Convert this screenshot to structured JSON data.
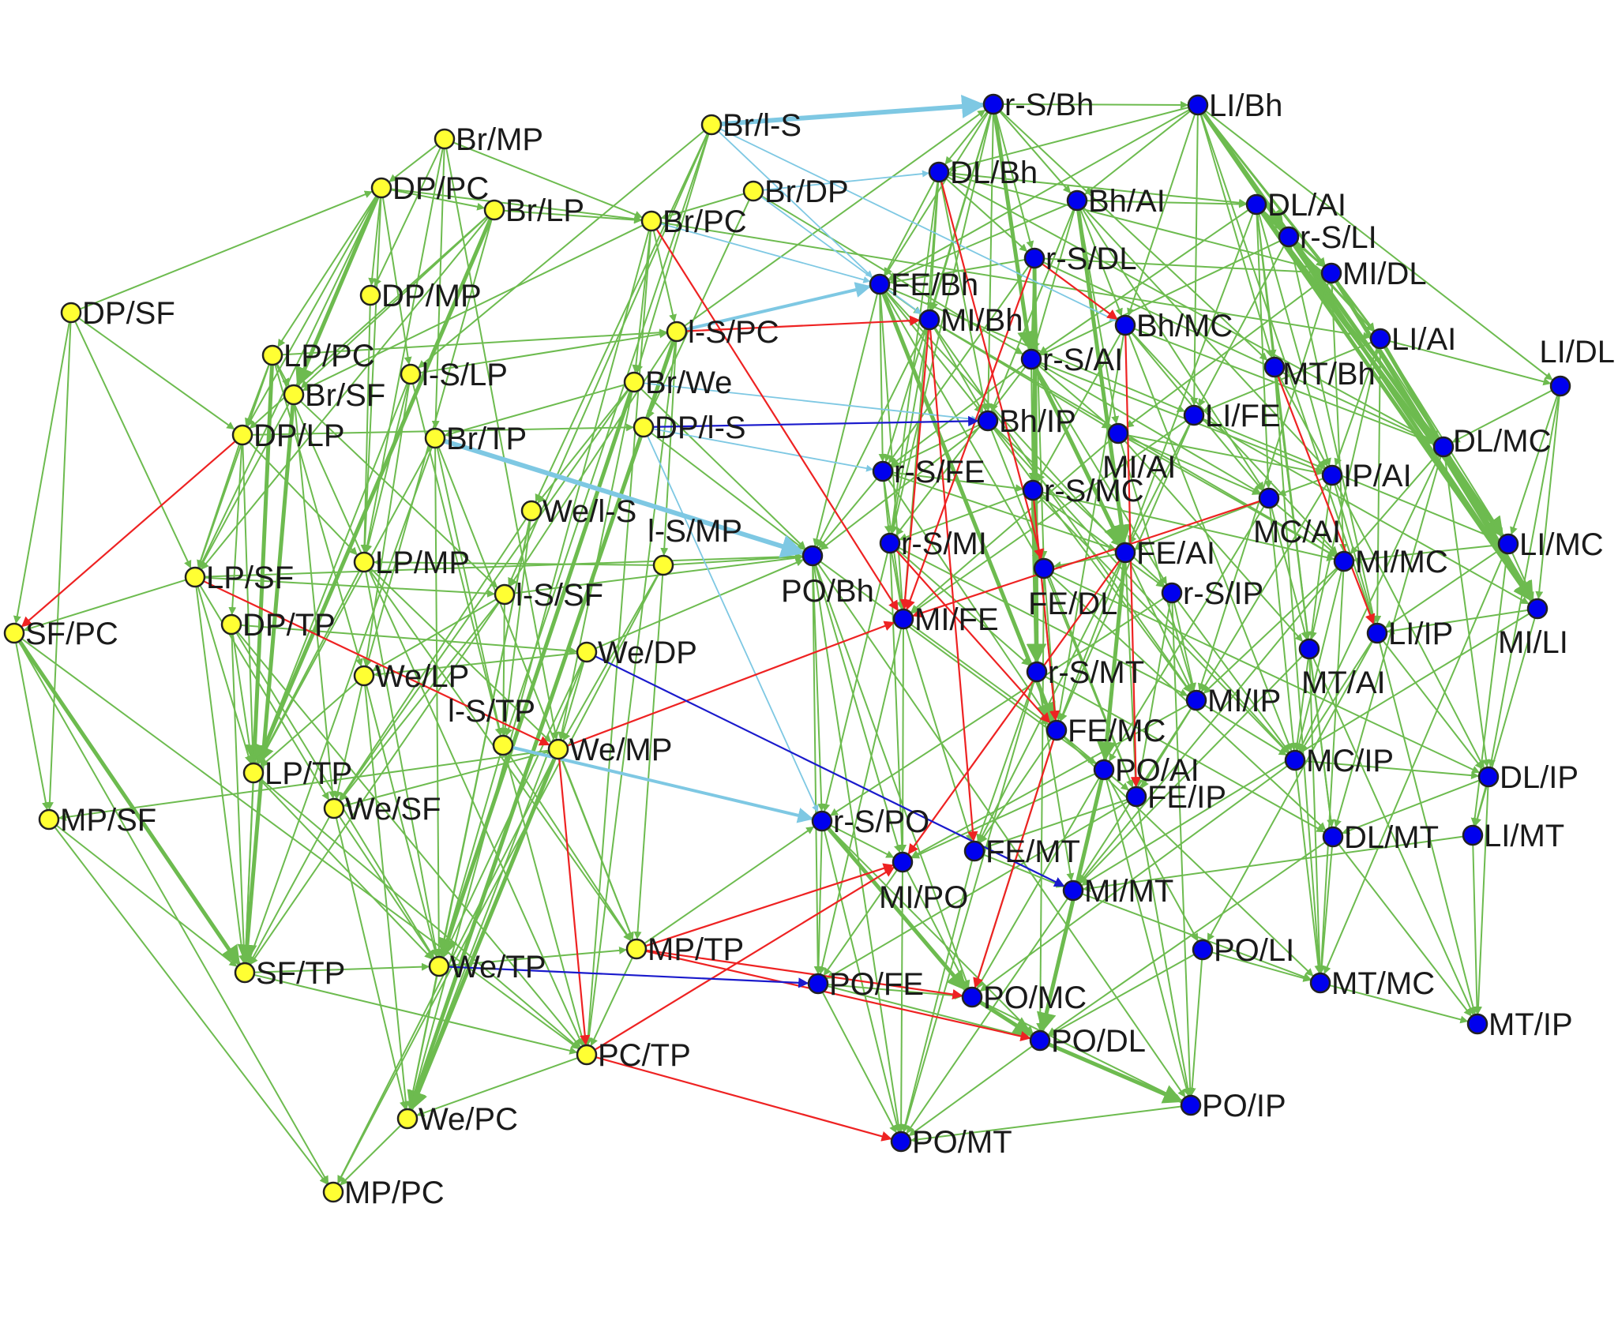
{
  "colors": {
    "yellow_group": "#ffff33",
    "blue_group": "#0000ee",
    "edge_green": "#6dbb4f",
    "edge_red": "#ee2222",
    "edge_blue": "#1a1acc",
    "edge_lightblue": "#7ec8e3"
  },
  "nodes": [
    {
      "id": "Br/MP",
      "group": "yellow"
    },
    {
      "id": "DP/PC",
      "group": "yellow"
    },
    {
      "id": "Br/LP",
      "group": "yellow"
    },
    {
      "id": "Br/l-S",
      "group": "yellow"
    },
    {
      "id": "Br/DP",
      "group": "yellow"
    },
    {
      "id": "Br/PC",
      "group": "yellow"
    },
    {
      "id": "DP/SF",
      "group": "yellow"
    },
    {
      "id": "DP/MP",
      "group": "yellow"
    },
    {
      "id": "LP/PC",
      "group": "yellow"
    },
    {
      "id": "l-S/PC",
      "group": "yellow"
    },
    {
      "id": "Br/SF",
      "group": "yellow"
    },
    {
      "id": "l-S/LP",
      "group": "yellow"
    },
    {
      "id": "Br/We",
      "group": "yellow"
    },
    {
      "id": "DP/LP",
      "group": "yellow"
    },
    {
      "id": "Br/TP",
      "group": "yellow"
    },
    {
      "id": "DP/l-S",
      "group": "yellow"
    },
    {
      "id": "We/l-S",
      "group": "yellow"
    },
    {
      "id": "l-S/MP",
      "group": "yellow"
    },
    {
      "id": "LP/SF",
      "group": "yellow"
    },
    {
      "id": "LP/MP",
      "group": "yellow"
    },
    {
      "id": "l-S/SF",
      "group": "yellow"
    },
    {
      "id": "SF/PC",
      "group": "yellow"
    },
    {
      "id": "DP/TP",
      "group": "yellow"
    },
    {
      "id": "We/DP",
      "group": "yellow"
    },
    {
      "id": "We/LP",
      "group": "yellow"
    },
    {
      "id": "l-S/TP",
      "group": "yellow"
    },
    {
      "id": "We/MP",
      "group": "yellow"
    },
    {
      "id": "LP/TP",
      "group": "yellow"
    },
    {
      "id": "MP/SF",
      "group": "yellow"
    },
    {
      "id": "We/SF",
      "group": "yellow"
    },
    {
      "id": "SF/TP",
      "group": "yellow"
    },
    {
      "id": "We/TP",
      "group": "yellow"
    },
    {
      "id": "MP/TP",
      "group": "yellow"
    },
    {
      "id": "PC/TP",
      "group": "yellow"
    },
    {
      "id": "We/PC",
      "group": "yellow"
    },
    {
      "id": "MP/PC",
      "group": "yellow"
    },
    {
      "id": "r-S/Bh",
      "group": "blue"
    },
    {
      "id": "LI/Bh",
      "group": "blue"
    },
    {
      "id": "DL/Bh",
      "group": "blue"
    },
    {
      "id": "Bh/AI",
      "group": "blue"
    },
    {
      "id": "DL/AI",
      "group": "blue"
    },
    {
      "id": "r-S/LI",
      "group": "blue"
    },
    {
      "id": "r-S/DL",
      "group": "blue"
    },
    {
      "id": "FE/Bh",
      "group": "blue"
    },
    {
      "id": "MI/DL",
      "group": "blue"
    },
    {
      "id": "MI/Bh",
      "group": "blue"
    },
    {
      "id": "Bh/MC",
      "group": "blue"
    },
    {
      "id": "LI/AI",
      "group": "blue"
    },
    {
      "id": "LI/DL",
      "group": "blue"
    },
    {
      "id": "r-S/AI",
      "group": "blue"
    },
    {
      "id": "MT/Bh",
      "group": "blue"
    },
    {
      "id": "Bh/IP",
      "group": "blue"
    },
    {
      "id": "LI/FE",
      "group": "blue"
    },
    {
      "id": "MI/AI",
      "group": "blue"
    },
    {
      "id": "DL/MC",
      "group": "blue"
    },
    {
      "id": "r-S/FE",
      "group": "blue"
    },
    {
      "id": "IP/AI",
      "group": "blue"
    },
    {
      "id": "r-S/MC",
      "group": "blue"
    },
    {
      "id": "MC/AI",
      "group": "blue"
    },
    {
      "id": "LI/MC",
      "group": "blue"
    },
    {
      "id": "PO/Bh",
      "group": "blue"
    },
    {
      "id": "r-S/MI",
      "group": "blue"
    },
    {
      "id": "FE/AI",
      "group": "blue"
    },
    {
      "id": "MI/MC",
      "group": "blue"
    },
    {
      "id": "FE/DL",
      "group": "blue"
    },
    {
      "id": "r-S/IP",
      "group": "blue"
    },
    {
      "id": "MI/FE",
      "group": "blue"
    },
    {
      "id": "MI/LI",
      "group": "blue"
    },
    {
      "id": "LI/IP",
      "group": "blue"
    },
    {
      "id": "MT/AI",
      "group": "blue"
    },
    {
      "id": "r-S/MT",
      "group": "blue"
    },
    {
      "id": "MI/IP",
      "group": "blue"
    },
    {
      "id": "FE/MC",
      "group": "blue"
    },
    {
      "id": "MC/IP",
      "group": "blue"
    },
    {
      "id": "PO/AI",
      "group": "blue"
    },
    {
      "id": "DL/IP",
      "group": "blue"
    },
    {
      "id": "FE/IP",
      "group": "blue"
    },
    {
      "id": "r-S/PO",
      "group": "blue"
    },
    {
      "id": "DL/MT",
      "group": "blue"
    },
    {
      "id": "LI/MT",
      "group": "blue"
    },
    {
      "id": "FE/MT",
      "group": "blue"
    },
    {
      "id": "MI/PO",
      "group": "blue"
    },
    {
      "id": "MI/MT",
      "group": "blue"
    },
    {
      "id": "PO/LI",
      "group": "blue"
    },
    {
      "id": "PO/FE",
      "group": "blue"
    },
    {
      "id": "PO/MC",
      "group": "blue"
    },
    {
      "id": "MT/MC",
      "group": "blue"
    },
    {
      "id": "MT/IP",
      "group": "blue"
    },
    {
      "id": "PO/DL",
      "group": "blue"
    },
    {
      "id": "PO/IP",
      "group": "blue"
    },
    {
      "id": "PO/MT",
      "group": "blue"
    }
  ],
  "edges_special": [
    {
      "from": "Br/l-S",
      "to": "r-S/Bh",
      "type": "lightblue",
      "weight": 3
    },
    {
      "from": "l-S/PC",
      "to": "MI/Bh",
      "type": "red",
      "weight": 1
    },
    {
      "from": "DP/l-S",
      "to": "Bh/IP",
      "type": "blue",
      "weight": 1
    },
    {
      "from": "We/DP",
      "to": "MI/MT",
      "type": "blue",
      "weight": 1
    },
    {
      "from": "We/TP",
      "to": "PO/FE",
      "type": "blue",
      "weight": 1
    },
    {
      "from": "DP/LP",
      "to": "SF/PC",
      "type": "red",
      "weight": 1
    },
    {
      "from": "LP/SF",
      "to": "We/MP",
      "type": "red",
      "weight": 1
    },
    {
      "from": "We/MP",
      "to": "MI/FE",
      "type": "red",
      "weight": 1
    },
    {
      "from": "We/MP",
      "to": "PC/TP",
      "type": "red",
      "weight": 1
    },
    {
      "from": "Br/PC",
      "to": "MI/FE",
      "type": "red",
      "weight": 1
    },
    {
      "from": "MP/TP",
      "to": "MI/PO",
      "type": "red",
      "weight": 1
    },
    {
      "from": "MP/TP",
      "to": "PO/MC",
      "type": "red",
      "weight": 1
    },
    {
      "from": "MP/TP",
      "to": "PO/DL",
      "type": "red",
      "weight": 1
    },
    {
      "from": "PC/TP",
      "to": "MI/PO",
      "type": "red",
      "weight": 1
    },
    {
      "from": "PC/TP",
      "to": "PO/MT",
      "type": "red",
      "weight": 1
    },
    {
      "from": "r-S/DL",
      "to": "Bh/MC",
      "type": "red",
      "weight": 1
    },
    {
      "from": "r-S/DL",
      "to": "MI/FE",
      "type": "red",
      "weight": 1
    },
    {
      "from": "DL/Bh",
      "to": "FE/DL",
      "type": "red",
      "weight": 1
    },
    {
      "from": "MI/Bh",
      "to": "FE/MT",
      "type": "red",
      "weight": 1
    },
    {
      "from": "MI/Bh",
      "to": "MI/FE",
      "type": "red",
      "weight": 1
    },
    {
      "from": "Bh/MC",
      "to": "FE/IP",
      "type": "red",
      "weight": 1
    },
    {
      "from": "MT/Bh",
      "to": "LI/IP",
      "type": "red",
      "weight": 1
    },
    {
      "from": "MC/AI",
      "to": "MI/FE",
      "type": "red",
      "weight": 1
    },
    {
      "from": "FE/AI",
      "to": "MI/PO",
      "type": "red",
      "weight": 1
    },
    {
      "from": "r-S/MC",
      "to": "FE/MC",
      "type": "red",
      "weight": 1
    },
    {
      "from": "FE/MC",
      "to": "PO/MC",
      "type": "red",
      "weight": 1
    },
    {
      "from": "r-S/MI",
      "to": "FE/MC",
      "type": "red",
      "weight": 1
    },
    {
      "from": "Br/l-S",
      "to": "FE/Bh",
      "type": "lightblue",
      "weight": 1
    },
    {
      "from": "Br/l-S",
      "to": "Bh/MC",
      "type": "lightblue",
      "weight": 1
    },
    {
      "from": "Br/DP",
      "to": "DL/Bh",
      "type": "lightblue",
      "weight": 1
    },
    {
      "from": "Br/DP",
      "to": "MI/Bh",
      "type": "lightblue",
      "weight": 1
    },
    {
      "from": "Br/PC",
      "to": "FE/Bh",
      "type": "lightblue",
      "weight": 1
    },
    {
      "from": "l-S/PC",
      "to": "FE/Bh",
      "type": "lightblue",
      "weight": 2
    },
    {
      "from": "Br/We",
      "to": "Bh/IP",
      "type": "lightblue",
      "weight": 1
    },
    {
      "from": "Br/TP",
      "to": "PO/Bh",
      "type": "lightblue",
      "weight": 3
    },
    {
      "from": "DP/l-S",
      "to": "r-S/PO",
      "type": "lightblue",
      "weight": 1
    },
    {
      "from": "DP/l-S",
      "to": "r-S/FE",
      "type": "lightblue",
      "weight": 1
    },
    {
      "from": "l-S/TP",
      "to": "r-S/PO",
      "type": "lightblue",
      "weight": 2
    }
  ]
}
